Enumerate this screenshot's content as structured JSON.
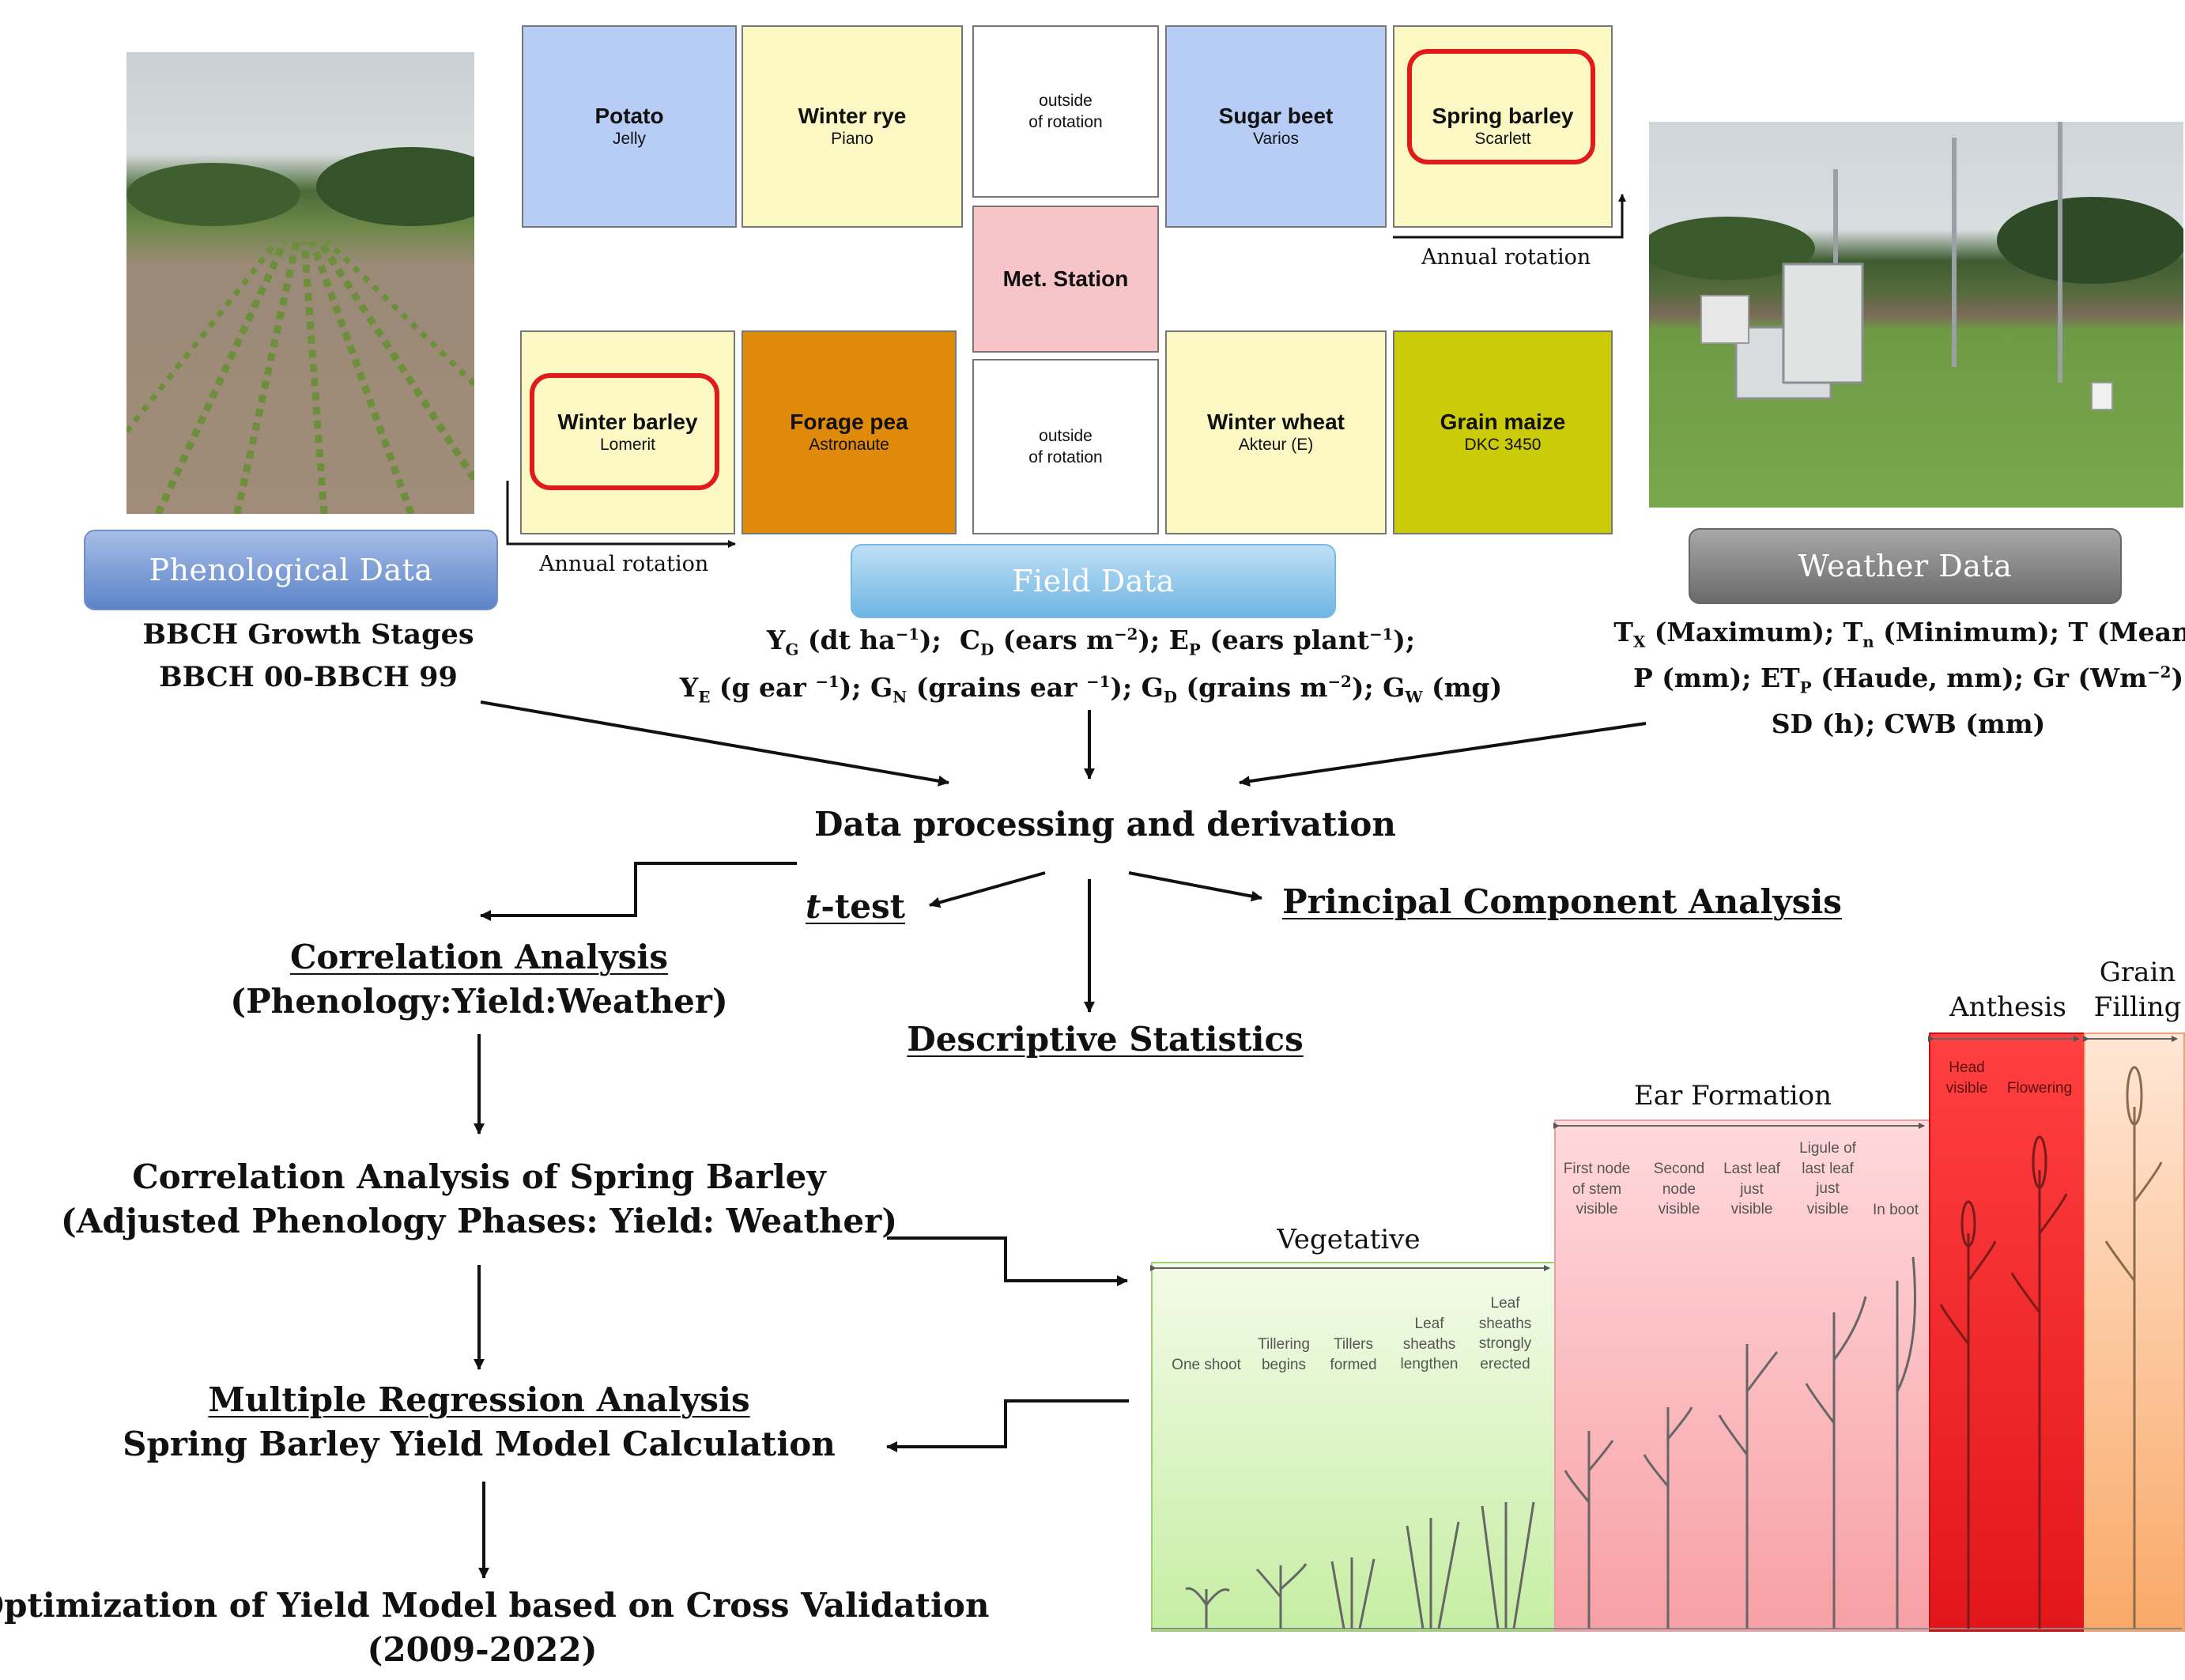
{
  "plots": {
    "potato": {
      "crop": "Potato",
      "variety": "Jelly"
    },
    "winter_rye": {
      "crop": "Winter rye",
      "variety": "Piano"
    },
    "outside_top": {
      "text": "outside\nof rotation"
    },
    "sugar_beet": {
      "crop": "Sugar beet",
      "variety": "Varios"
    },
    "spring_barley": {
      "crop": "Spring barley",
      "variety": "Scarlett"
    },
    "met_station": {
      "crop": "Met. Station"
    },
    "winter_barley": {
      "crop": "Winter barley",
      "variety": "Lomerit"
    },
    "forage_pea": {
      "crop": "Forage pea",
      "variety": "Astronaute"
    },
    "outside_bottom": {
      "text": "outside\nof rotation"
    },
    "winter_wheat": {
      "crop": "Winter wheat",
      "variety": "Akteur (E)"
    },
    "grain_maize": {
      "crop": "Grain maize",
      "variety": "DKC 3450"
    }
  },
  "annual_rotation_left": "Annual rotation",
  "annual_rotation_right": "Annual rotation",
  "panels": {
    "phenological": {
      "title": "Phenological Data",
      "line1": "BBCH Growth Stages",
      "line2": "BBCH 00-BBCH 99"
    },
    "field": {
      "title": "Field Data",
      "yg_sym": "Y",
      "yg_sub": "G",
      "yg_unit": " (dt ha",
      "yg_sup": "−1",
      "yg_close": ");",
      "cd_sym": "C",
      "cd_sub": "D",
      "cd_unit": " (ears m",
      "cd_sup": "−2",
      "cd_close": ");",
      "ep_sym": "E",
      "ep_sub": "P",
      "ep_unit": " (ears plant",
      "ep_sup": "−1",
      "ep_close": ");",
      "ye_sym": "Y",
      "ye_sub": "E",
      "ye_unit": " (g ear ",
      "ye_sup": "−1",
      "ye_close": ");",
      "gn_sym": "G",
      "gn_sub": "N",
      "gn_unit": " (grains ear ",
      "gn_sup": "−1",
      "gn_close": ");",
      "gd_sym": "G",
      "gd_sub": "D",
      "gd_unit": " (grains m",
      "gd_sup": "−2",
      "gd_close": ");",
      "gw_sym": "G",
      "gw_sub": "W",
      "gw_unit": " (mg)"
    },
    "weather": {
      "title": "Weather Data",
      "tx_sym": "T",
      "tx_sub": "X",
      "tx_text": " (Maximum);",
      "tn_sym": "T",
      "tn_sub": "n",
      "tn_text": " (Minimum);",
      "t_text": "T (Mean)",
      "p_text": "P (mm);",
      "etp_sym": "ET",
      "etp_sub": "P",
      "etp_text": " (Haude, mm);",
      "gr_text": "Gr (Wm",
      "gr_sup": "−2",
      "gr_close": ")",
      "line3": "SD (h); CWB (mm)"
    }
  },
  "flow": {
    "processing": "Data processing and derivation",
    "ttest_t": "t",
    "ttest_rest": "-test",
    "pca": "Principal Component Analysis",
    "descriptive": "Descriptive Statistics",
    "corr_title": "Correlation Analysis",
    "corr_sub": "(Phenology:Yield:Weather)",
    "corr_sb_1": "Correlation Analysis of Spring Barley",
    "corr_sb_2": "(Adjusted Phenology Phases: Yield: Weather)",
    "mra_title": "Multiple Regression Analysis",
    "mra_sub": "Spring Barley Yield Model Calculation",
    "opt_1": "Optimization of Yield Model based on Cross Validation",
    "opt_2": "(2009-2022)"
  },
  "growth": {
    "vegetative": "Vegetative",
    "ear_formation": "Ear Formation",
    "anthesis": "Anthesis",
    "grain_filling": "Grain\nFilling",
    "stages": {
      "one_shoot": "One shoot",
      "tillering_begins": "Tillering\nbegins",
      "tillers_formed": "Tillers\nformed",
      "leaf_sheaths_lengthen": "Leaf\nsheaths\nlengthen",
      "leaf_sheaths_erected": "Leaf\nsheaths\nstrongly\nerected",
      "first_node": "First node\nof stem\nvisible",
      "second_node": "Second\nnode\nvisible",
      "last_leaf": "Last leaf\njust\nvisible",
      "ligule": "Ligule of\nlast leaf\njust\nvisible",
      "in_boot": "In boot",
      "head_visible": "Head\nvisible",
      "flowering": "Flowering"
    }
  },
  "colors": {
    "potato": "#b7cdf5",
    "winter_rye": "#fbf8c4",
    "outside": "#ffffff",
    "sugar_beet": "#b7cdf5",
    "spring_barley": "#fbf8c4",
    "met_station": "#f7c5c8",
    "winter_barley": "#fbf8c4",
    "forage_pea": "#e08a0c",
    "winter_wheat": "#fbf8c4",
    "grain_maize": "#cccb08",
    "highlight": "#e11a1a"
  }
}
